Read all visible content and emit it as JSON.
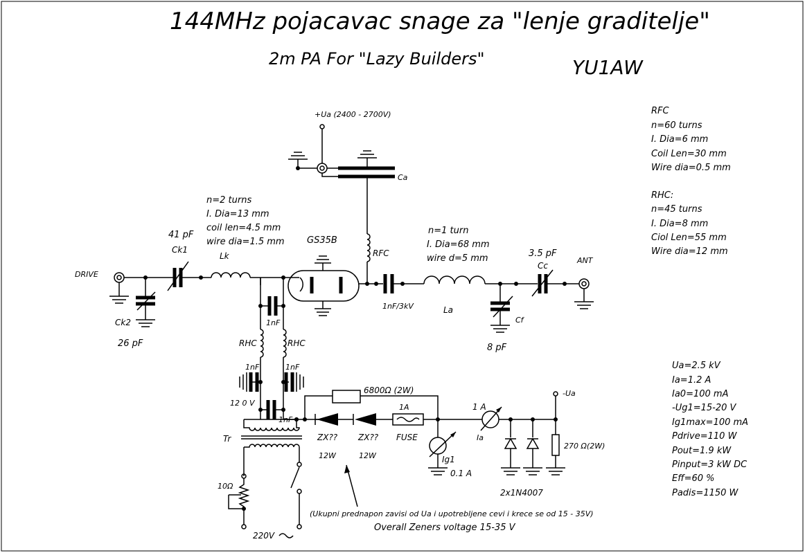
{
  "title": "144MHz pojacavac snage za \"lenje graditelje\"",
  "subtitle": "2m PA For \"Lazy Builders\"",
  "callsign": "YU1AW",
  "supply": "+Ua (2400 - 2700V)",
  "labels": {
    "ca": "Ca",
    "rfc": "RFC",
    "tube": "GS35B",
    "drive": "DRIVE",
    "ant": "ANT",
    "c1_val": "41 pF",
    "ck1": "Ck1",
    "lk": "Lk",
    "ck2": "Ck2",
    "ck2_val": "26 pF",
    "c_out": "1nF/3kV",
    "la": "La",
    "cc_val": "3.5 pF",
    "cc": "Cc",
    "cf": "Cf",
    "cf_val": "8 pF",
    "c_1nf_a": "1nF",
    "rhc_left": "RHC",
    "rhc_right": "RHC",
    "c_1nf_b": "1nF",
    "c_1nf_c": "1nF",
    "c_1nf_d": "1nF",
    "v12": "12 0 V",
    "tr": "Tr",
    "r6800": "6800Ω (2W)",
    "fuse_a": "1A",
    "fuse": "FUSE",
    "zx1": "ZX??",
    "zx2": "ZX??",
    "w1": "12W",
    "w2": "12W",
    "meter_ia_val": "1 A",
    "ia": "Ia",
    "ig1": "Ig1",
    "ig1_val": "0.1 A",
    "minus_ua": "-Ua",
    "r270": "270 Ω(2W)",
    "diodes": "2x1N4007",
    "r10": "10Ω",
    "mains": "220V",
    "note1": "(Ukupni prednapon zavisi od Ua i upotrebljene cevi i krece se od 15 - 35V)",
    "note2": "Overall  Zeners voltage 15-35 V"
  },
  "lk_notes": [
    "n=2 turns",
    "I. Dia=13 mm",
    "coil len=4.5 mm",
    "wire dia=1.5 mm"
  ],
  "la_notes": [
    "n=1 turn",
    "I. Dia=68 mm",
    "wire d=5 mm"
  ],
  "rfc_notes": [
    "RFC",
    "n=60 turns",
    "I. Dia=6 mm",
    "Coil Len=30 mm",
    "Wire dia=0.5 mm"
  ],
  "rhc_notes": [
    "RHC:",
    "n=45 turns",
    "I. Dia=8 mm",
    "Ciol Len=55 mm",
    "Wire dia=12 mm"
  ],
  "specs": [
    "Ua=2.5 kV",
    "Ia=1.2 A",
    "Ia0=100 mA",
    "-Ug1=15-20 V",
    "Ig1max=100 mA",
    "Pdrive=110 W",
    "Pout=1.9 kW",
    "Pinput=3 kW DC",
    "Eff=60 %",
    "Padis=1150 W"
  ]
}
